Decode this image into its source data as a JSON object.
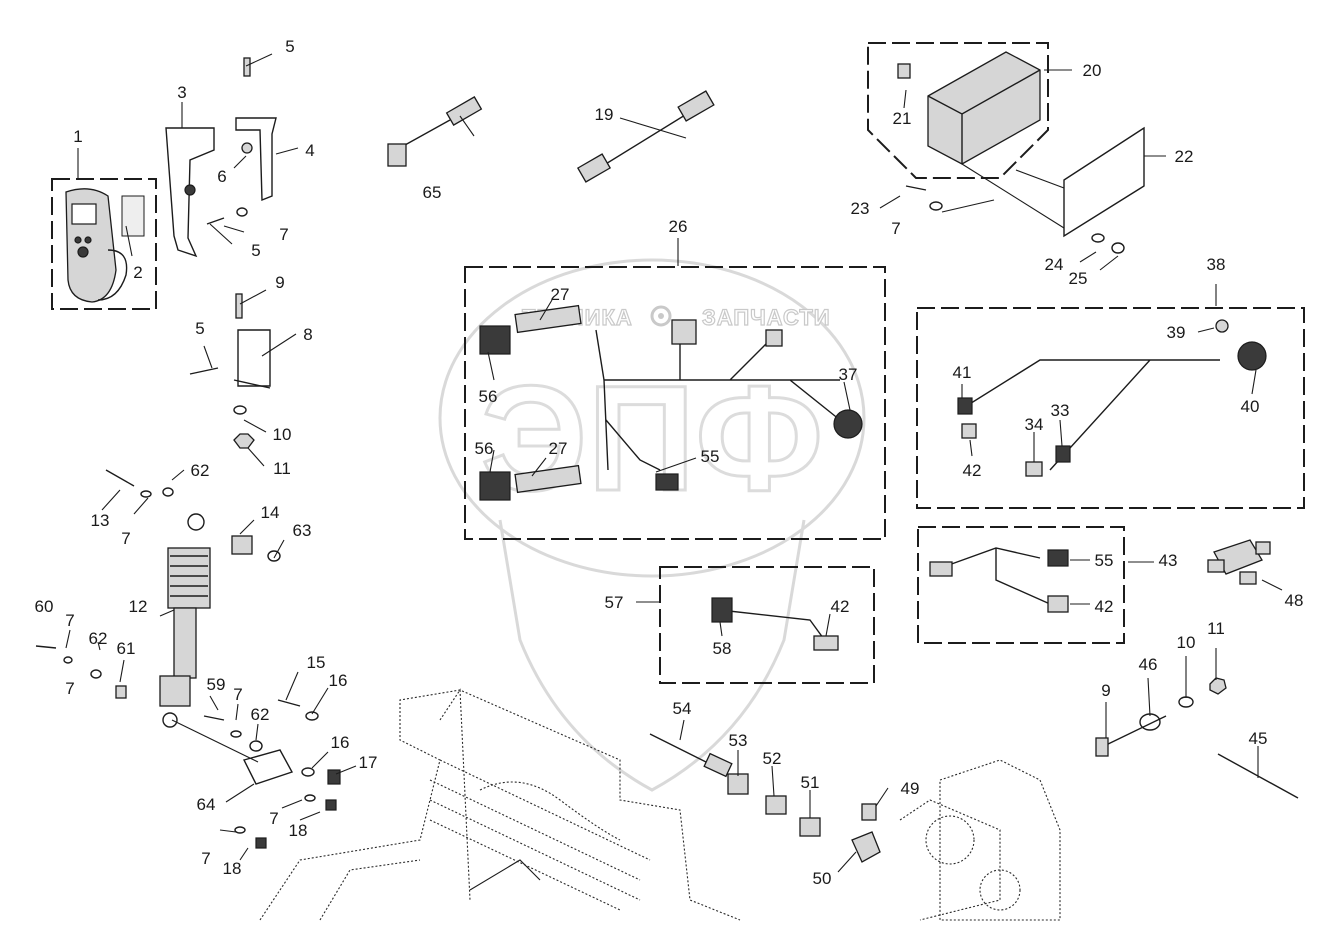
{
  "watermark": {
    "line1": "ТЕХНИКА",
    "line2": "ЗАПЧАСТИ",
    "logo": "ЭПФ"
  },
  "labels": {
    "l1": "1",
    "l2": "2",
    "l3": "3",
    "l4": "4",
    "l5a": "5",
    "l5b": "5",
    "l5c": "5",
    "l6": "6",
    "l7a": "7",
    "l7b": "7",
    "l7c": "7",
    "l7d": "7",
    "l7e": "7",
    "l7f": "7",
    "l7g": "7",
    "l7h": "7",
    "l8": "8",
    "l9a": "9",
    "l9b": "9",
    "l10a": "10",
    "l10b": "10",
    "l11a": "11",
    "l11b": "11",
    "l12": "12",
    "l13": "13",
    "l14": "14",
    "l15": "15",
    "l16a": "16",
    "l16b": "16",
    "l17": "17",
    "l18a": "18",
    "l18b": "18",
    "l19": "19",
    "l20": "20",
    "l21": "21",
    "l22": "22",
    "l23": "23",
    "l24": "24",
    "l25": "25",
    "l26": "26",
    "l27a": "27",
    "l27b": "27",
    "l33": "33",
    "l34": "34",
    "l37": "37",
    "l38": "38",
    "l39": "39",
    "l40": "40",
    "l41": "41",
    "l42a": "42",
    "l42b": "42",
    "l42c": "42",
    "l43": "43",
    "l45": "45",
    "l46": "46",
    "l48": "48",
    "l49": "49",
    "l50": "50",
    "l51": "51",
    "l52": "52",
    "l53": "53",
    "l54": "54",
    "l55a": "55",
    "l55b": "55",
    "l56a": "56",
    "l56b": "56",
    "l57": "57",
    "l58": "58",
    "l59": "59",
    "l60": "60",
    "l61": "61",
    "l62a": "62",
    "l62b": "62",
    "l62c": "62",
    "l63": "63",
    "l64": "64",
    "l65": "65"
  },
  "icons": {
    "gear": "gear-icon"
  }
}
